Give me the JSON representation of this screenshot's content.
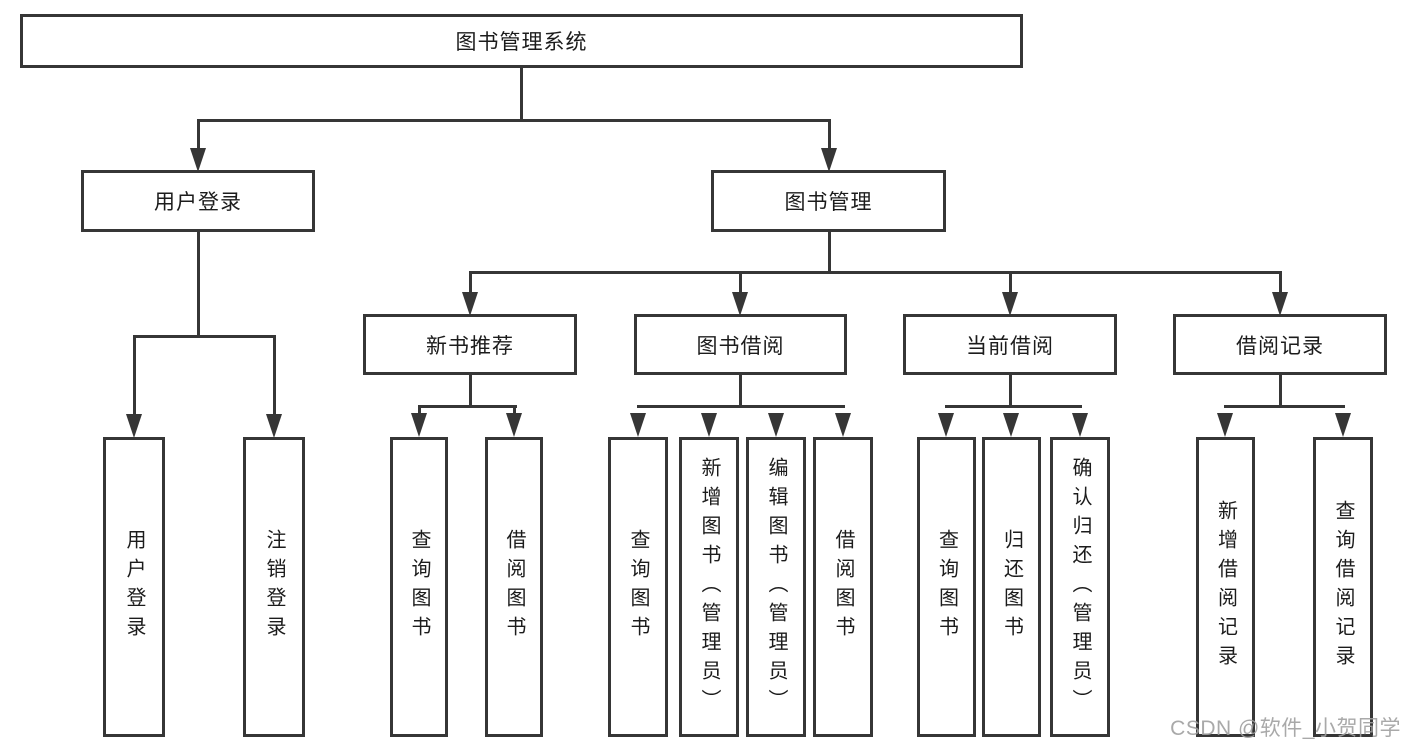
{
  "tree": {
    "label": "图书管理系统",
    "children": [
      {
        "label": "用户登录",
        "children": [
          {
            "label": "用户登录"
          },
          {
            "label": "注销登录"
          }
        ]
      },
      {
        "label": "图书管理",
        "children": [
          {
            "label": "新书推荐",
            "children": [
              {
                "label": "查询图书"
              },
              {
                "label": "借阅图书"
              }
            ]
          },
          {
            "label": "图书借阅",
            "children": [
              {
                "label": "查询图书"
              },
              {
                "label": "新增图书（管理员）"
              },
              {
                "label": "编辑图书（管理员）"
              },
              {
                "label": "借阅图书"
              }
            ]
          },
          {
            "label": "当前借阅",
            "children": [
              {
                "label": "查询图书"
              },
              {
                "label": "归还图书"
              },
              {
                "label": "确认归还（管理员）"
              }
            ]
          },
          {
            "label": "借阅记录",
            "children": [
              {
                "label": "新增借阅记录"
              },
              {
                "label": "查询借阅记录"
              }
            ]
          }
        ]
      }
    ]
  },
  "watermark": {
    "text": "CSDN @软件_小贺同学"
  },
  "colors": {
    "line": "#363636",
    "text": "#1c1c1c",
    "watermark": "#a0a0a0",
    "background": "#ffffff"
  }
}
